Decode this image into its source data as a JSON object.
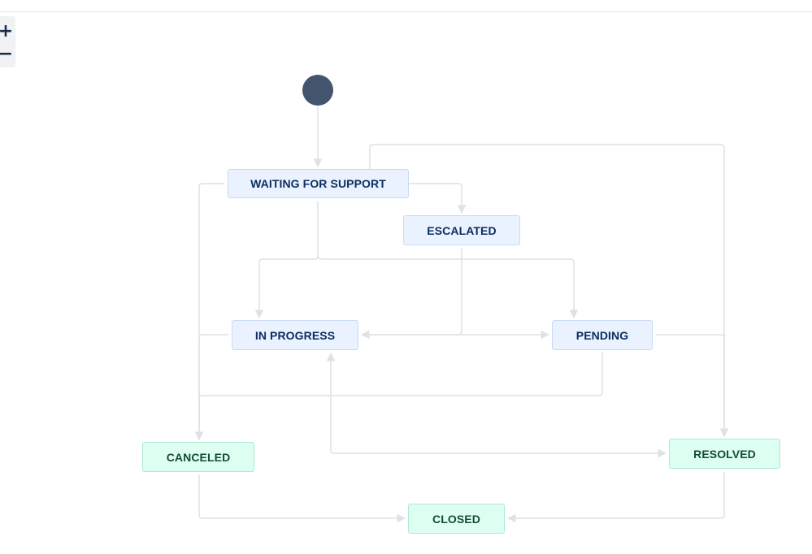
{
  "toolbar": {
    "zoom_in_label": "+",
    "zoom_out_label": "−"
  },
  "workflow": {
    "statuses": {
      "waiting_for_support": "WAITING FOR SUPPORT",
      "escalated": "ESCALATED",
      "in_progress": "IN PROGRESS",
      "pending": "PENDING",
      "canceled": "CANCELED",
      "resolved": "RESOLVED",
      "closed": "CLOSED"
    },
    "colors": {
      "in_progress_category": "#e9f2fe",
      "done_category": "#dcfff1",
      "connector": "#dfe1e6",
      "start_node": "#44546f"
    }
  }
}
